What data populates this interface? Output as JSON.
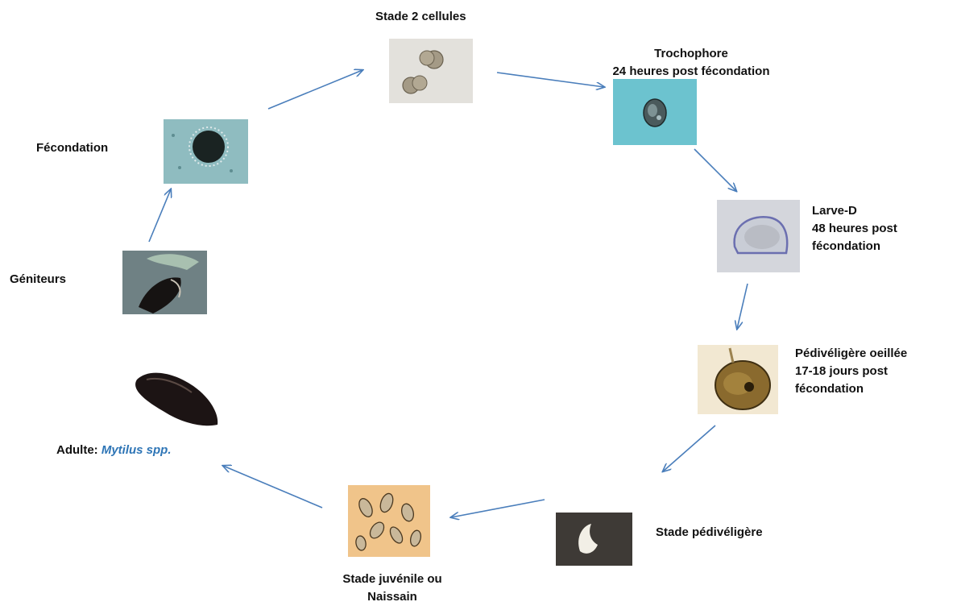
{
  "labels": {
    "stade2": "Stade 2 cellules",
    "trocho_1": "Trochophore",
    "trocho_2": "24 heures post fécondation",
    "larveD_1": "Larve-D",
    "larveD_2": "48 heures post",
    "larveD_3": "fécondation",
    "pedi_oeil_1": "Pédivéligère oeillée",
    "pedi_oeil_2": "17-18 jours post",
    "pedi_oeil_3": "fécondation",
    "pedi": "Stade pédivéligère",
    "juv_1": "Stade juvénile ou",
    "juv_2": "Naissain",
    "adulte_prefix": "Adulte: ",
    "adulte_species": "Mytilus spp.",
    "geniteurs": "Géniteurs",
    "fecondation": "Fécondation"
  },
  "colors": {
    "arrow": "#4a7ebb",
    "species": "#2e75b6"
  }
}
